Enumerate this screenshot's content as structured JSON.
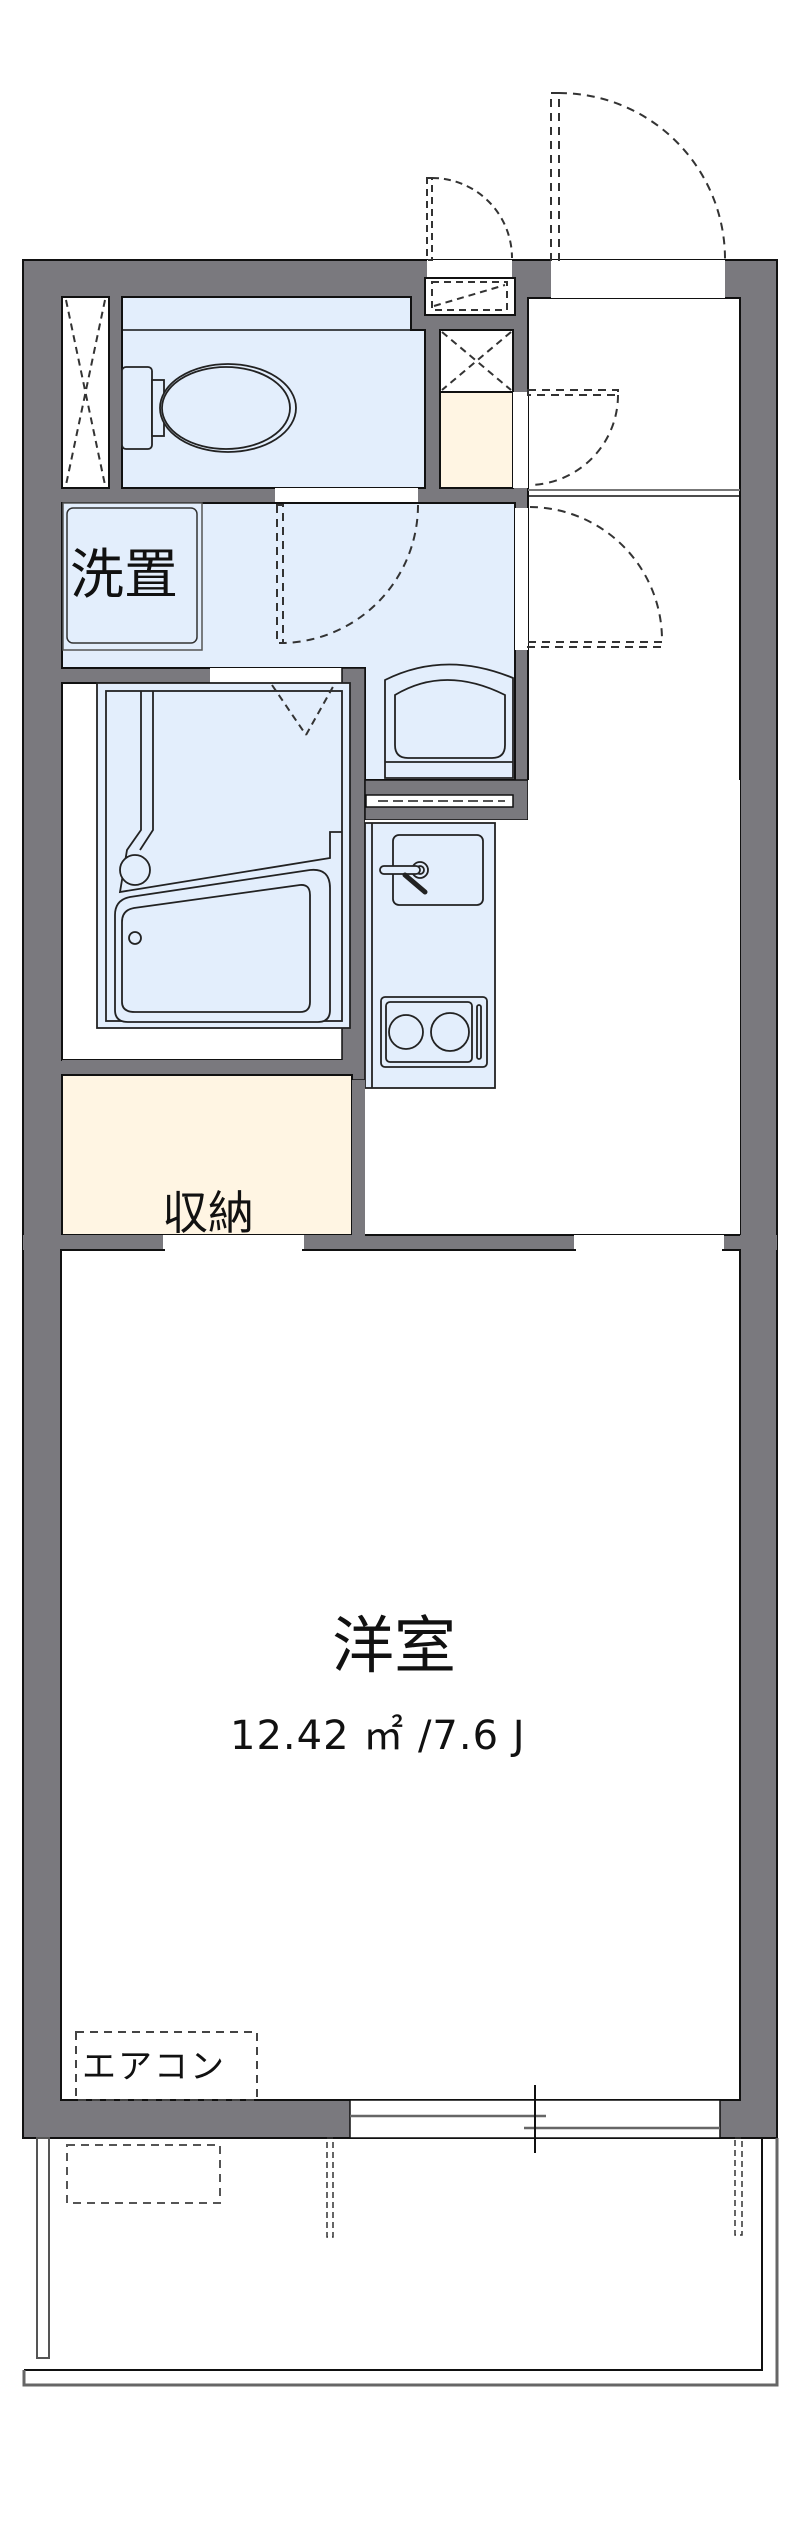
{
  "floor_plan": {
    "colors": {
      "wall": "#7a797e",
      "wet_area": "#e3eefc",
      "storage": "#fff5e3",
      "floor": "#ffffff",
      "line": "#111111",
      "dashed": "#333333"
    },
    "rooms": {
      "western_room": {
        "name": "洋室",
        "area": "12.42 ㎡ /7.6 J"
      },
      "storage": {
        "name": "収納"
      },
      "washroom": {
        "washer_space_label": "洗置"
      },
      "air_conditioner": {
        "label": "エアコン"
      }
    },
    "fixtures": [
      "toilet",
      "unit-bath",
      "washbasin",
      "kitchen-sink",
      "two-burner-stove",
      "shoe-cabinet",
      "meter-box",
      "pipe-space",
      "balcony",
      "sliding-window",
      "entrance-door"
    ]
  }
}
